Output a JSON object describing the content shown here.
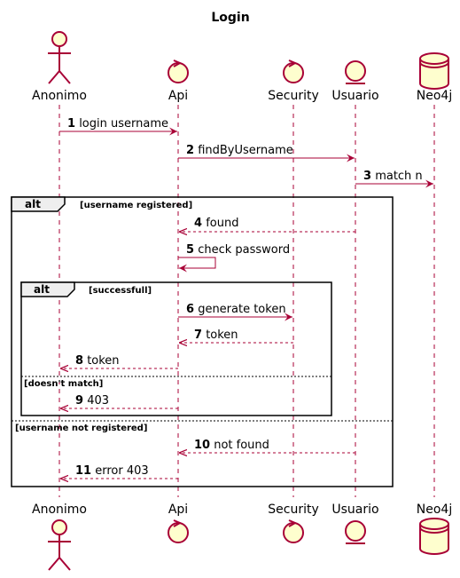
{
  "diagram": {
    "title": "Login",
    "participants": [
      {
        "id": "anonimo",
        "label": "Anonimo",
        "kind": "actor"
      },
      {
        "id": "api",
        "label": "Api",
        "kind": "control"
      },
      {
        "id": "security",
        "label": "Security",
        "kind": "control"
      },
      {
        "id": "usuario",
        "label": "Usuario",
        "kind": "entity"
      },
      {
        "id": "neo4j",
        "label": "Neo4j",
        "kind": "database"
      }
    ],
    "messages": [
      {
        "num": "1",
        "text": "login username",
        "from": "anonimo",
        "to": "api",
        "style": "solid"
      },
      {
        "num": "2",
        "text": "findByUsername",
        "from": "api",
        "to": "usuario",
        "style": "solid"
      },
      {
        "num": "3",
        "text": "match n",
        "from": "usuario",
        "to": "neo4j",
        "style": "solid"
      },
      {
        "num": "4",
        "text": "found",
        "from": "usuario",
        "to": "api",
        "style": "dashed"
      },
      {
        "num": "5",
        "text": "check password",
        "from": "api",
        "to": "api",
        "style": "self"
      },
      {
        "num": "6",
        "text": "generate token",
        "from": "api",
        "to": "security",
        "style": "solid"
      },
      {
        "num": "7",
        "text": "token",
        "from": "security",
        "to": "api",
        "style": "dashed"
      },
      {
        "num": "8",
        "text": "token",
        "from": "api",
        "to": "anonimo",
        "style": "dashed"
      },
      {
        "num": "9",
        "text": "403",
        "from": "api",
        "to": "anonimo",
        "style": "dashed"
      },
      {
        "num": "10",
        "text": "not found",
        "from": "usuario",
        "to": "api",
        "style": "dashed"
      },
      {
        "num": "11",
        "text": "error 403",
        "from": "api",
        "to": "anonimo",
        "style": "dashed"
      }
    ],
    "frames": [
      {
        "tag": "alt",
        "guard": "[username registered]",
        "else_guard": "[username not registered]"
      },
      {
        "tag": "alt",
        "guard": "[successfull]",
        "else_guard": "[doesn't match]"
      }
    ],
    "colors": {
      "accent": "#A80036",
      "participant_fill": "#FEFECE"
    }
  }
}
